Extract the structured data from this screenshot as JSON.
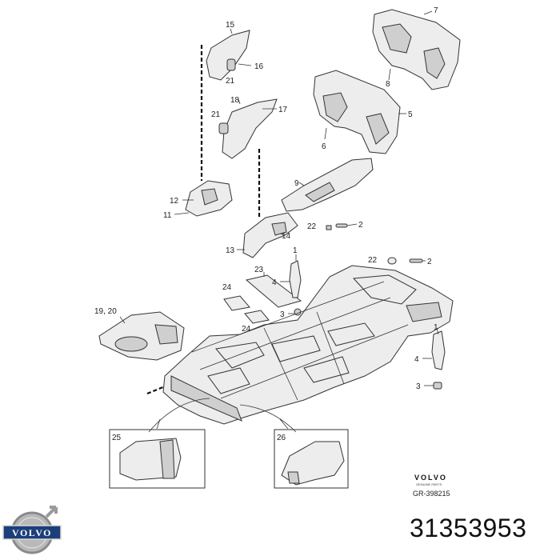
{
  "diagram": {
    "callouts": {
      "c1a": "1",
      "c1b": "1",
      "c2a": "2",
      "c2b": "2",
      "c3a": "3",
      "c3b": "3",
      "c4a": "4",
      "c4b": "4",
      "c5": "5",
      "c6": "6",
      "c7": "7",
      "c8": "8",
      "c9": "9",
      "c11": "11",
      "c12": "12",
      "c13": "13",
      "c14": "14",
      "c15": "15",
      "c16": "16",
      "c17": "17",
      "c18": "18",
      "c19_20": "19, 20",
      "c21a": "21",
      "c21b": "21",
      "c22a": "22",
      "c22b": "22",
      "c23": "23",
      "c24a": "24",
      "c24b": "24",
      "c25": "25",
      "c26": "26"
    },
    "brand_plate": {
      "brand": "VOLVO",
      "subtitle": "GENUINE PARTS",
      "ref": "GR-398215"
    }
  },
  "footer": {
    "logo_word": "VOLVO",
    "part_number": "31353953"
  }
}
